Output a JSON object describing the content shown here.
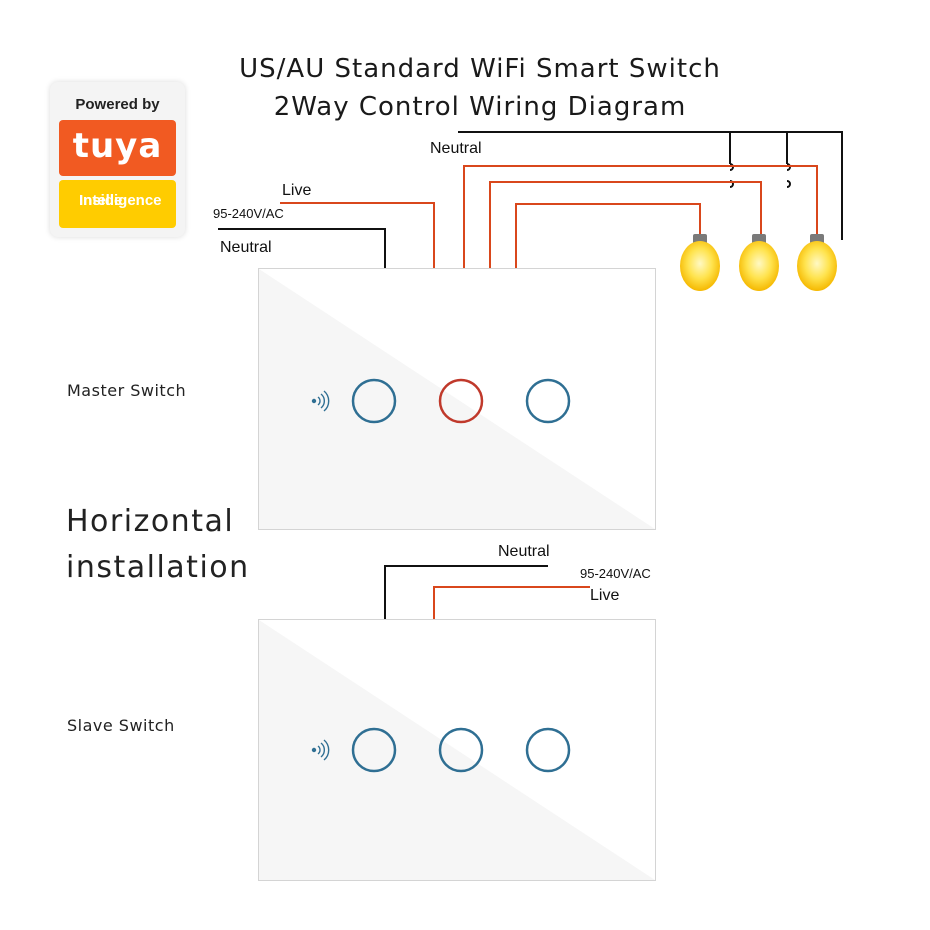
{
  "title": {
    "line1": "US/AU Standard WiFi  Smart Switch",
    "line2": "2Way Control Wiring Diagram"
  },
  "logo": {
    "powered_by": "Powered by",
    "brand": "tuya",
    "tag_line1": "Intelligence",
    "tag_line2": "Inside"
  },
  "wires": {
    "master_live": "Live",
    "master_voltage": "95-240V/AC",
    "master_neutral": "Neutral",
    "lamp_neutral": "Neutral",
    "slave_neutral": "Neutral",
    "slave_voltage": "95-240V/AC",
    "slave_live": "Live"
  },
  "switches": {
    "master_label": "Master Switch",
    "slave_label": "Slave Switch",
    "installation_line1": "Horizontal",
    "installation_line2": "installation"
  },
  "colors": {
    "live_wire": "#d9471c",
    "neutral_wire": "#111111",
    "touch_button": "#2f6f93",
    "active_button": "#c0392b",
    "bulb": "#ffd000",
    "tuya_orange": "#f15a22",
    "tuya_yellow": "#ffcc00"
  },
  "icons": [
    "wifi-signal-icon",
    "light-bulb-icon"
  ]
}
